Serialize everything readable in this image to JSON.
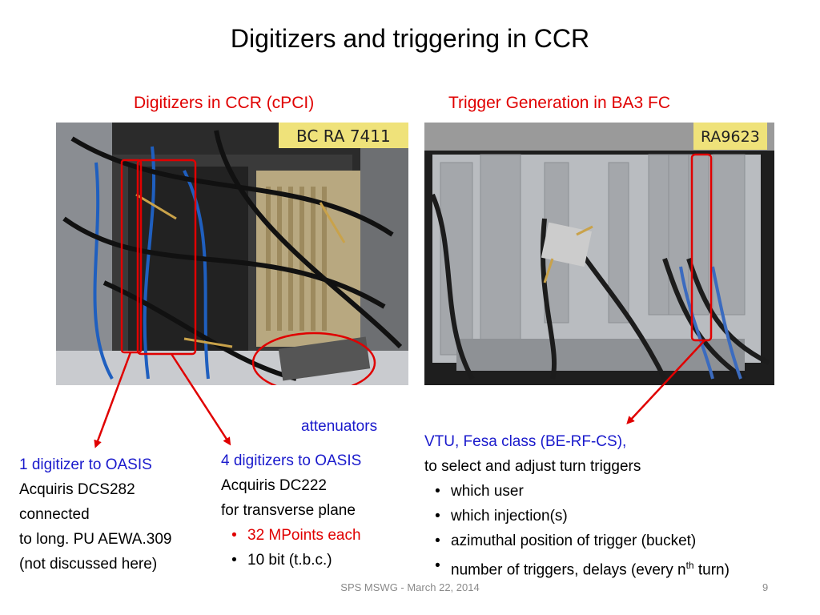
{
  "slide": {
    "title": "Digitizers and triggering in CCR",
    "left_heading": "Digitizers in CCR (cPCI)",
    "right_heading": "Trigger Generation in BA3 FC",
    "left_photo_label": "BC   RA 7411",
    "right_photo_label": "RA9623",
    "attenuators_label": "attenuators",
    "col1": {
      "line1": "1 digitizer to OASIS",
      "line2": "Acquiris DCS282",
      "line3": "connected",
      "line4": "to long. PU AEWA.309",
      "line5": "(not discussed here)"
    },
    "col2": {
      "line1": "4 digitizers to OASIS",
      "line2": "Acquiris DC222",
      "line3": "for transverse plane",
      "bullet1": "32 MPoints each",
      "bullet2": "10 bit (t.b.c.)"
    },
    "col3": {
      "line1": "VTU, Fesa class (BE-RF-CS),",
      "line2": "to select and adjust turn triggers",
      "bullet1": "which user",
      "bullet2": "which injection(s)",
      "bullet3": "azimuthal position of trigger (bucket)",
      "bullet4_main": "number of triggers, delays (every n",
      "bullet4_sup": "th",
      "bullet4_end": " turn)"
    },
    "bullet_char": "•",
    "footer_center": "SPS MSWG - March 22, 2014",
    "footer_page": "9"
  },
  "colors": {
    "red": "#e00000",
    "blue": "#1a1acc"
  }
}
